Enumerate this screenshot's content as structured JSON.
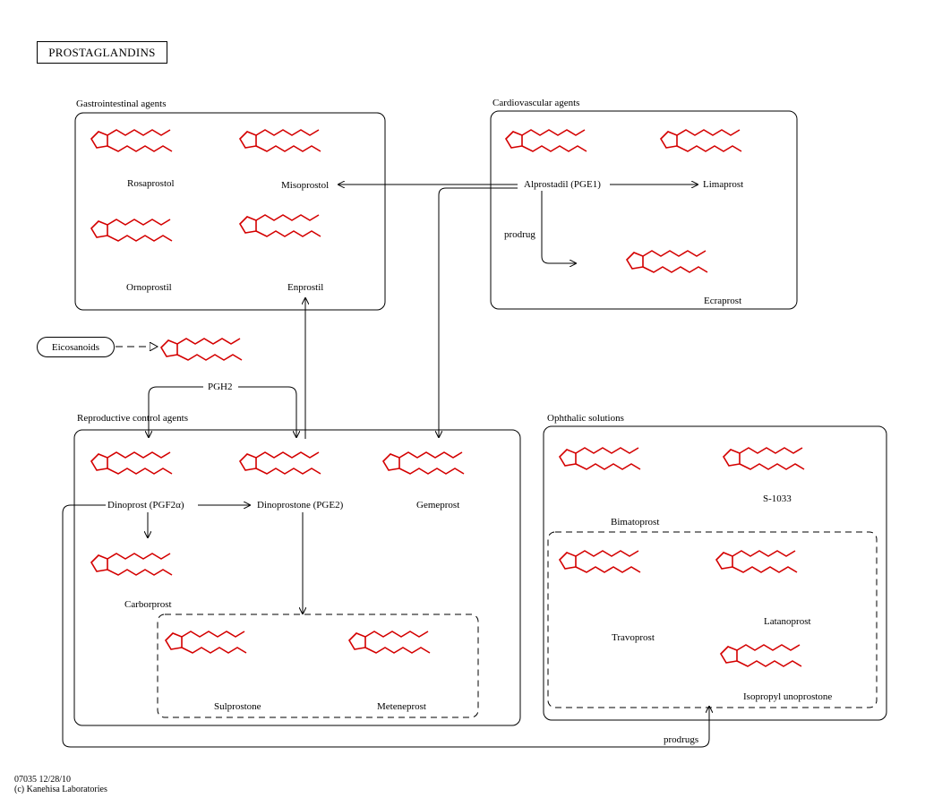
{
  "title": "PROSTAGLANDINS",
  "groups": {
    "gastro": "Gastrointestinal agents",
    "cardio": "Cardiovascular agents",
    "repro": "Reproductive control agents",
    "ophth": "Ophthalic solutions"
  },
  "compounds": {
    "rosaprostol": "Rosaprostol",
    "misoprostol": "Misoprostol",
    "ornoprostil": "Ornoprostil",
    "enprostil": "Enprostil",
    "alprostadil": "Alprostadil (PGE1)",
    "limaprost": "Limaprost",
    "ecraprost": "Ecraprost",
    "dinoprost": "Dinoprost  (PGF2α)",
    "dinoprostone": "Dinoprostone (PGE2)",
    "gemeprost": "Gemeprost",
    "carboprost": "Carborprost",
    "sulprostone": "Sulprostone",
    "meteneprost": "Meteneprost",
    "bimatoprost": "Bimatoprost",
    "s1033": "S-1033",
    "travoprost": "Travoprost",
    "latanoprost": "Latanoprost",
    "isopropyl_unoprostone": "Isopropyl unoprostone"
  },
  "map_link": "Eicosanoids",
  "intermediate": "PGH2",
  "edge_labels": {
    "prodrug": "prodrug",
    "prodrugs": "prodrugs"
  },
  "footer": {
    "id_date": "07035 12/28/10",
    "copyright": "(c) Kanehisa Laboratories"
  },
  "colors": {
    "structure": "#d40000",
    "line": "#000000"
  }
}
